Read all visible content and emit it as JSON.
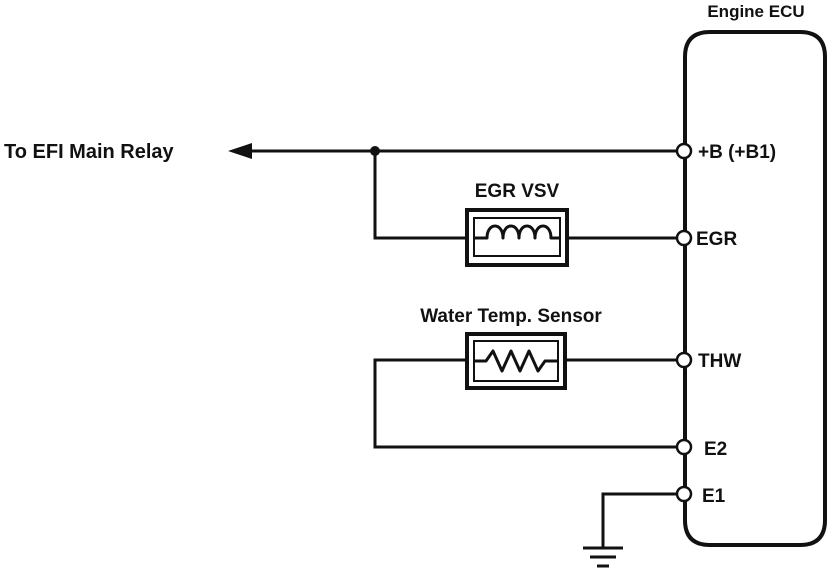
{
  "ecu": {
    "title": "Engine ECU"
  },
  "relay": {
    "label": "To EFI Main Relay"
  },
  "egr_vsv": {
    "label": "EGR VSV"
  },
  "water_temp_sensor": {
    "label": "Water Temp. Sensor"
  },
  "pins": {
    "b": "+B (+B1)",
    "egr": "EGR",
    "thw": "THW",
    "e2": "E2",
    "e1": "E1"
  }
}
